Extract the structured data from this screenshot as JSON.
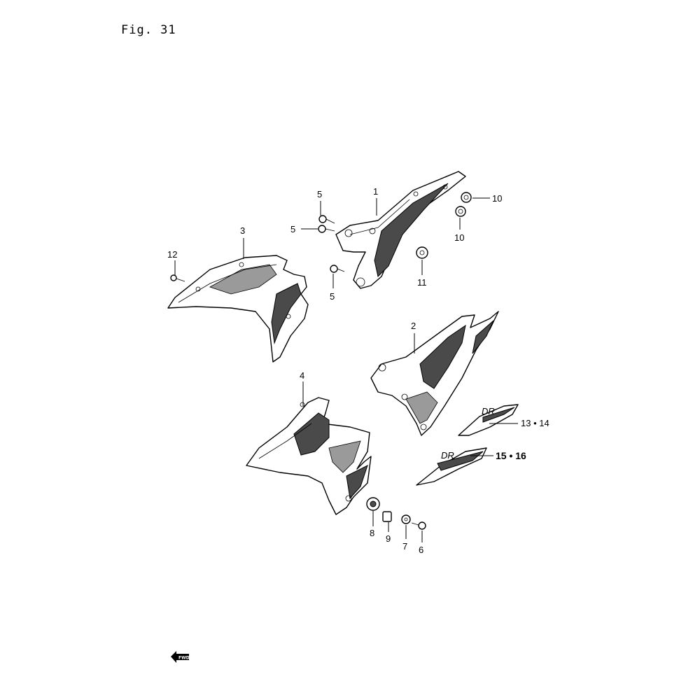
{
  "figure": {
    "title": "Fig. 31"
  },
  "callouts": [
    {
      "id": "c1",
      "text": "1"
    },
    {
      "id": "c2",
      "text": "2"
    },
    {
      "id": "c3",
      "text": "3"
    },
    {
      "id": "c4",
      "text": "4"
    },
    {
      "id": "c5a",
      "text": "5"
    },
    {
      "id": "c5b",
      "text": "5"
    },
    {
      "id": "c5c",
      "text": "5"
    },
    {
      "id": "c6",
      "text": "6"
    },
    {
      "id": "c7",
      "text": "7"
    },
    {
      "id": "c8",
      "text": "8"
    },
    {
      "id": "c9",
      "text": "9"
    },
    {
      "id": "c10a",
      "text": "10"
    },
    {
      "id": "c10b",
      "text": "10"
    },
    {
      "id": "c11",
      "text": "11"
    },
    {
      "id": "c12",
      "text": "12"
    },
    {
      "id": "c13",
      "text": "13 • 14"
    },
    {
      "id": "c15",
      "text": "15 • 16"
    }
  ],
  "fwd_arrow": {
    "label": "FWD"
  },
  "decal_text": {
    "upper": "DR",
    "lower": "DR"
  }
}
